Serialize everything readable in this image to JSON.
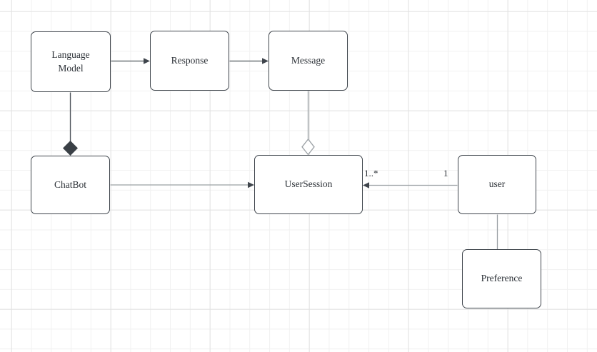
{
  "canvas": {
    "background_color": "#ffffff",
    "grid_minor_color": "#f1f1f1",
    "grid_major_color": "#e2e2e2"
  },
  "colors": {
    "node_fill": "#ffffff",
    "node_border": "#3f454c",
    "dark_edge": "#4d535a",
    "light_edge": "#9aa0a4",
    "arrowhead_fill": "#3f454c",
    "text": "#2b3036"
  },
  "nodes": {
    "language_model": {
      "label": "Language\nModel"
    },
    "response": {
      "label": "Response"
    },
    "message": {
      "label": "Message"
    },
    "chatbot": {
      "label": "ChatBot"
    },
    "usersession": {
      "label": "UserSession"
    },
    "user": {
      "label": "user"
    },
    "preference": {
      "label": "Preference"
    }
  },
  "edges": [
    {
      "from": "language_model",
      "to": "response",
      "type": "directed-arrow"
    },
    {
      "from": "response",
      "to": "message",
      "type": "directed-arrow"
    },
    {
      "from": "language_model",
      "to": "chatbot",
      "type": "composition",
      "diamond_at": "chatbot"
    },
    {
      "from": "message",
      "to": "usersession",
      "type": "aggregation",
      "diamond_at": "usersession"
    },
    {
      "from": "chatbot",
      "to": "usersession",
      "type": "directed-arrow"
    },
    {
      "from": "user",
      "to": "usersession",
      "type": "directed-arrow",
      "labels": {
        "near_usersession": "1..*",
        "near_user": "1"
      }
    },
    {
      "from": "user",
      "to": "preference",
      "type": "association-line"
    }
  ]
}
